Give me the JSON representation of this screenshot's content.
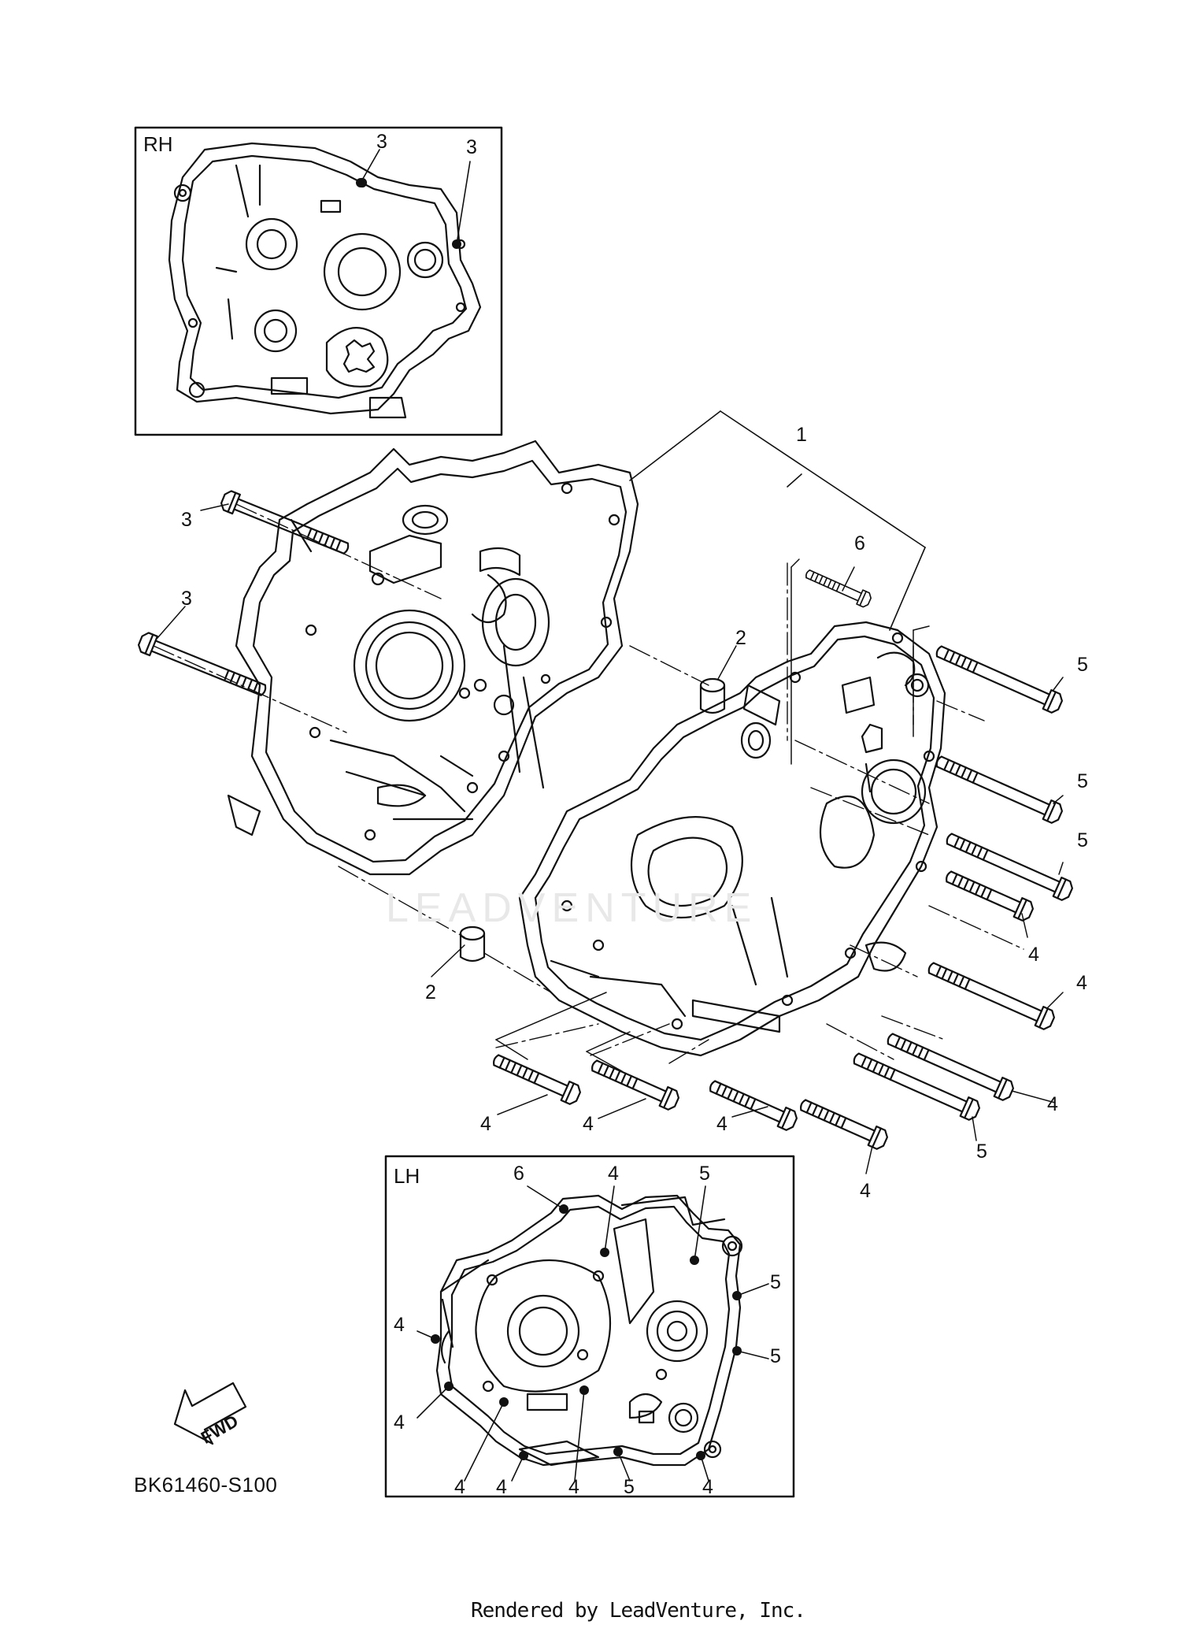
{
  "diagram_code": "BK61460-S100",
  "footer": "Rendered by LeadVenture, Inc.",
  "watermark": "LEADVENTURE",
  "fwd_label": "FWD",
  "insets": {
    "rh": {
      "title": "RH",
      "callouts": [
        "3",
        "3"
      ]
    },
    "lh": {
      "title": "LH",
      "callouts": [
        "6",
        "4",
        "5",
        "5",
        "5",
        "4",
        "4",
        "4",
        "4",
        "4",
        "5",
        "4"
      ]
    }
  },
  "callouts": [
    "1",
    "2",
    "2",
    "3",
    "3",
    "4",
    "4",
    "4",
    "4",
    "4",
    "4",
    "4",
    "5",
    "5",
    "5",
    "5",
    "6"
  ],
  "colors": {
    "line": "#111111",
    "background": "#ffffff"
  }
}
